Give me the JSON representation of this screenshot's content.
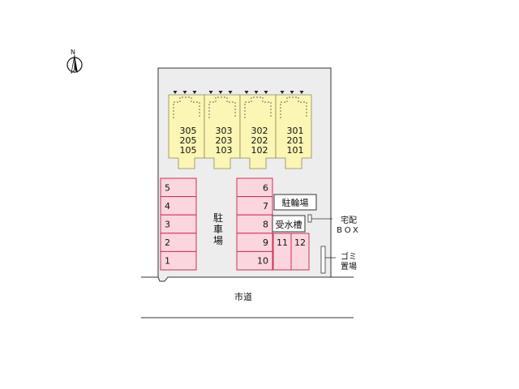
{
  "compass": {
    "letter": "N",
    "icon": "north-arrow-icon"
  },
  "building": {
    "units": [
      {
        "floors": [
          "305",
          "205",
          "105"
        ]
      },
      {
        "floors": [
          "303",
          "203",
          "103"
        ]
      },
      {
        "floors": [
          "302",
          "202",
          "102"
        ]
      },
      {
        "floors": [
          "301",
          "201",
          "101"
        ]
      }
    ]
  },
  "parking": {
    "label": "駐車場",
    "left_column": [
      "5",
      "4",
      "3",
      "2",
      "1"
    ],
    "right_column": [
      "6",
      "7",
      "8",
      "9",
      "10"
    ],
    "extra": [
      "11",
      "12"
    ]
  },
  "facilities": {
    "bicycle": "駐輪場",
    "water_tank": "受水槽",
    "delivery_box": "宅配BOX",
    "garbage": "ゴミ置場"
  },
  "road": {
    "label": "市道"
  },
  "colors": {
    "building_fill": "#fbf6b4",
    "building_stroke": "#8a8a5a",
    "parking_fill": "#fbd6df",
    "parking_stroke": "#cc3355",
    "site_fill": "#ededed",
    "line": "#333333"
  }
}
